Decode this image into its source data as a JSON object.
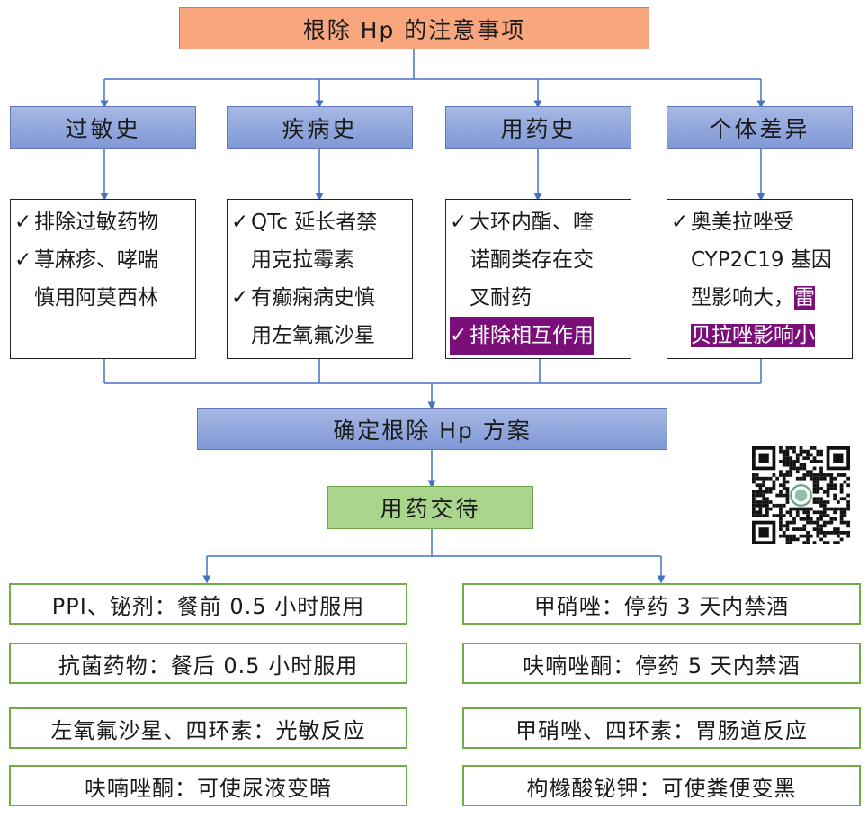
{
  "title": "根除 Hp 的注意事项",
  "categories": [
    {
      "label": "过敏史"
    },
    {
      "label": "疾病史"
    },
    {
      "label": "用药史"
    },
    {
      "label": "个体差异"
    }
  ],
  "details": {
    "allergy": {
      "item1": "排除过敏药物",
      "item2_line1": "荨麻疹、哮喘",
      "item2_line2": "慎用阿莫西林"
    },
    "disease": {
      "item1_line1": "QTc 延长者禁",
      "item1_line2": "用克拉霉素",
      "item2_line1": "有癫痫病史慎",
      "item2_line2": "用左氧氟沙星"
    },
    "medication": {
      "item1_line1": "大环内酯、喹",
      "item1_line2": "诺酮类存在交",
      "item1_line3": "叉耐药",
      "item2": "排除相互作用"
    },
    "individual": {
      "line1": "奥美拉唑受",
      "line2": "CYP2C19 基因",
      "line3_plain": "型影响大，",
      "line3_hl": "雷",
      "line4_hl": "贝拉唑影响小"
    }
  },
  "check_mark": "✓",
  "plan": "确定根除 Hp 方案",
  "medication_guidance": "用药交待",
  "notes_left": [
    "PPI、铋剂：餐前 0.5 小时服用",
    "抗菌药物：餐后 0.5 小时服用",
    "左氧氟沙星、四环素：光敏反应",
    "呋喃唑酮：可使尿液变暗"
  ],
  "notes_right": [
    "甲硝唑：停药 3 天内禁酒",
    "呋喃唑酮：停药 5 天内禁酒",
    "甲硝唑、四环素：胃肠道反应",
    "枸橼酸铋钾：可使粪便变黑"
  ],
  "colors": {
    "title_fill": "#f7a67e",
    "category_fill": "#8ea5dd",
    "guidance_fill": "#a9d58c",
    "note_border": "#70ad47",
    "highlight": "#7a0f7a",
    "connector": "#4472c4"
  },
  "icons": {
    "qr": "qr-code-icon"
  }
}
